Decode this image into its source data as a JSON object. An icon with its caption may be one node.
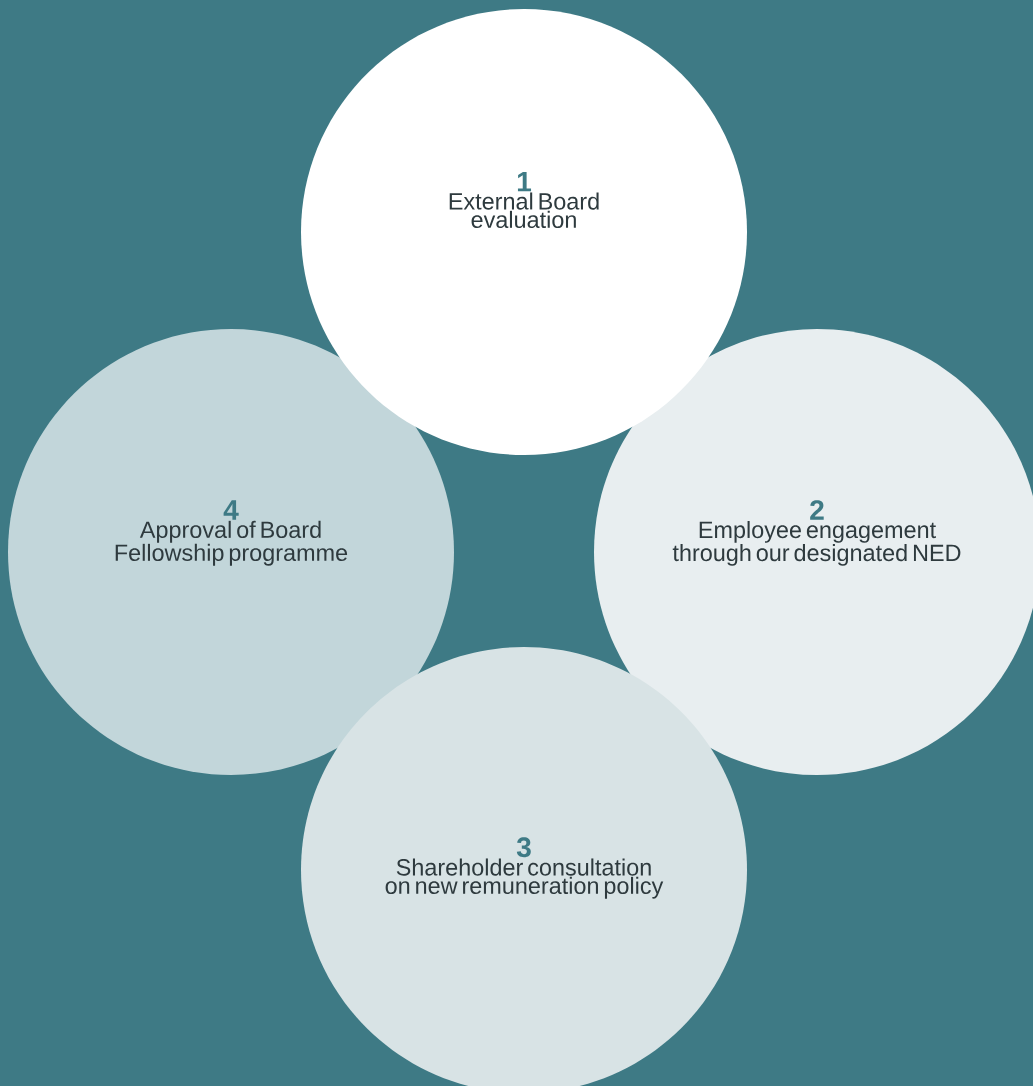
{
  "diagram": {
    "nodes": [
      {
        "text": [
          "1",
          "External Board evaluation"
        ]
      },
      {
        "text": [
          "2",
          "Employee engagement through our designated NED"
        ]
      },
      {
        "text": [
          "3",
          "Shareholder consultation on new remuneration policy"
        ]
      },
      {
        "text": [
          "4",
          "Approval of Board Fellowship programme"
        ]
      }
    ]
  }
}
